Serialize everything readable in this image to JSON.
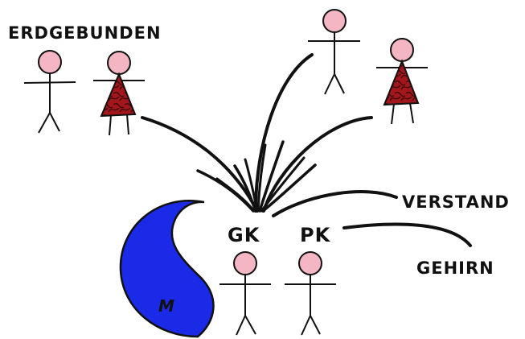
{
  "labels": {
    "erdgebunden": "ERDGEBUNDEN",
    "verstand": "VERSTAND",
    "gehirn": "GEHIRN",
    "gk": "GK",
    "pk": "PK",
    "m": "M"
  },
  "colors": {
    "skin": "#f4b6c3",
    "dress": "#a3171c",
    "dress_pattern": "#3a0a0a",
    "blue_shape": "#1a2ae6",
    "ink": "#111111"
  }
}
